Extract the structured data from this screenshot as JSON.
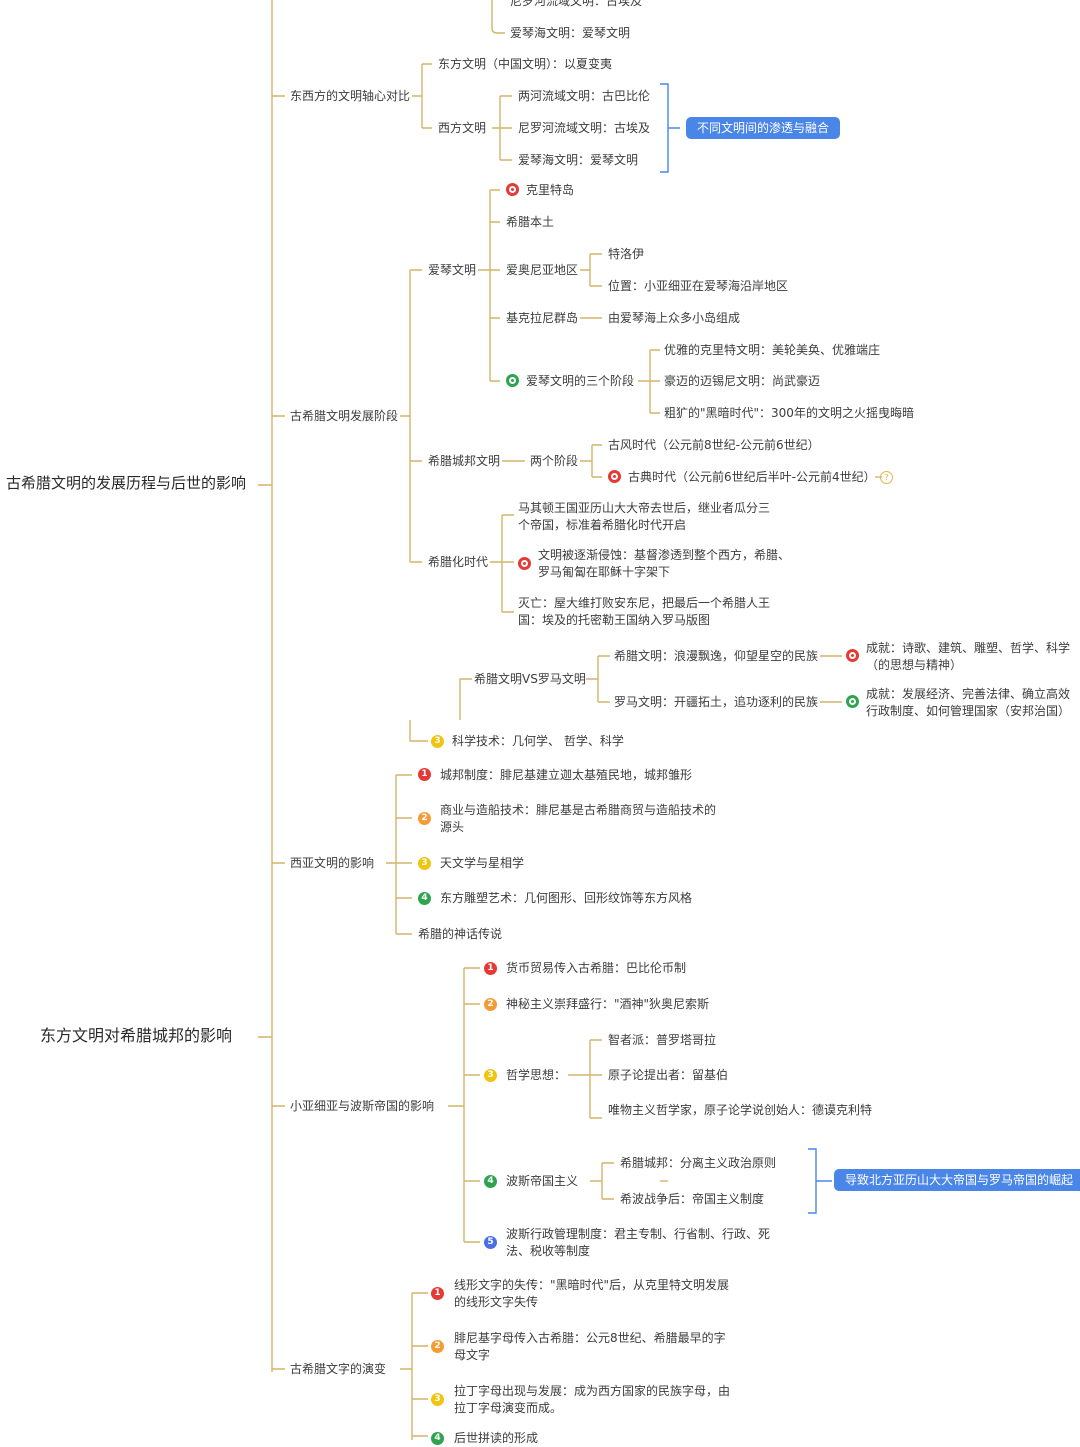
{
  "colors": {
    "branch": "#d4b46a",
    "bracket": "#4a86e8",
    "pill": "#4a86e8"
  },
  "root1": "古希腊文明的发展历程与后世的影响",
  "root2": "东方文明对希腊城邦的影响",
  "top": {
    "nile": "尼罗河流域文明：古埃及",
    "aegean": "爱琴海文明：爱琴文明"
  },
  "eastwest": {
    "label": "东西方的文明轴心对比",
    "east": "东方文明（中国文明）：以夏变夷",
    "west": "西方文明",
    "w1": "两河流域文明：古巴比伦",
    "w2": "尼罗河流域文明：古埃及",
    "w3": "爱琴海文明：爱琴文明",
    "pill": "不同文明间的渗透与融合"
  },
  "stages": {
    "label": "古希腊文明发展阶段",
    "aegean": "爱琴文明",
    "crete": "克里特岛",
    "mainland": "希腊本土",
    "ionia": "爱奥尼亚地区",
    "troy": "特洛伊",
    "loc": "位置：小亚细亚在爱琴海沿岸地区",
    "cyclades": "基克拉尼群岛",
    "cyc_desc": "由爱琴海上众多小岛组成",
    "three": "爱琴文明的三个阶段",
    "s1": "优雅的克里特文明：美轮美奂、优雅端庄",
    "s2": "豪迈的迈锡尼文明：尚武豪迈",
    "s3": "粗犷的\"黑暗时代\"：300年的文明之火摇曳晦暗",
    "polis": "希腊城邦文明",
    "two": "两个阶段",
    "archaic": "古风时代（公元前8世纪-公元前6世纪）",
    "classical": "古典时代（公元前6世纪后半叶-公元前4世纪）",
    "help": "?",
    "hellen": "希腊化时代",
    "h1": "马其顿王国亚历山大大帝去世后，继业者瓜分三个帝国，标准着希腊化时代开启",
    "h2": "文明被逐渐侵蚀：基督渗透到整个西方，希腊、罗马匍匐在耶稣十字架下",
    "h3": "灭亡：屋大维打败安东尼，把最后一个希腊人王国：埃及的托密勒王国纳入罗马版图"
  },
  "vs": {
    "label": "希腊文明VS罗马文明",
    "greek": "希腊文明：浪漫飘逸，仰望星空的民族",
    "greek_ach": "成就：诗歌、建筑、雕塑、哲学、科学（的思想与精神）",
    "roman": "罗马文明：开疆拓土，追功逐利的民族",
    "roman_ach": "成就：发展经济、完善法律、确立高效行政制度、如何管理国家（安邦治国）"
  },
  "sci": "科学技术：几何学、 哲学、科学",
  "westasia": {
    "label": "西亚文明的影响",
    "i1": "城邦制度：腓尼基建立迦太基殖民地，城邦雏形",
    "i2": "商业与造船技术：腓尼基是古希腊商贸与造船技术的源头",
    "i3": "天文学与星相学",
    "i4": "东方雕塑艺术：几何图形、回形纹饰等东方风格",
    "i5": "希腊的神话传说"
  },
  "asiaminor": {
    "label": "小亚细亚与波斯帝国的影响",
    "i1": "货币贸易传入古希腊：巴比伦币制",
    "i2": "神秘主义崇拜盛行：\"酒神\"狄奥尼索斯",
    "i3": "哲学思想：",
    "p1": "智者派：普罗塔哥拉",
    "p2": "原子论提出者：留基伯",
    "p3": "唯物主义哲学家，原子论学说创始人：德谟克利特",
    "i4": "波斯帝国主义",
    "e1": "希腊城邦：分离主义政治原则",
    "e2": "希波战争后：帝国主义制度",
    "pill": "导致北方亚历山大大帝国与罗马帝国的崛起",
    "i5": "波斯行政管理制度：君主专制、行省制、行政、死法、税收等制度"
  },
  "writing": {
    "label": "古希腊文字的演变",
    "i1": "线形文字的失传：\"黑暗时代\"后，从克里特文明发展的线形文字失传",
    "i2": "腓尼基字母传入古希腊：公元8世纪、希腊最早的字母文字",
    "i3": "拉丁字母出现与发展：成为西方国家的民族字母，由拉丁字母演变而成。",
    "i4": "后世拼读的形成"
  }
}
